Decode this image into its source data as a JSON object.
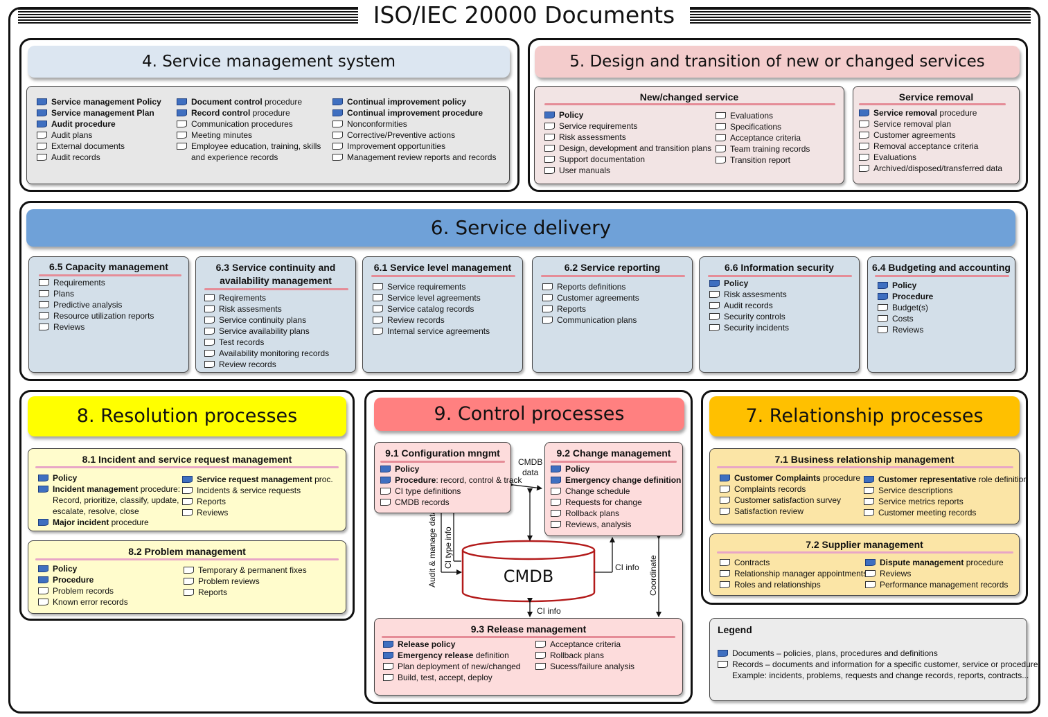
{
  "title": "ISO/IEC 20000 Documents",
  "sections": {
    "s4": {
      "title": "4. Service management system",
      "columns": [
        [
          {
            "b": "Service management Policy",
            "t": "",
            "doc": true
          },
          {
            "b": "Service management Plan",
            "t": "",
            "doc": true
          },
          {
            "b": "Audit procedure",
            "t": "",
            "doc": true
          },
          {
            "b": "",
            "t": "Audit plans",
            "doc": false
          },
          {
            "b": "",
            "t": "External documents",
            "doc": false
          },
          {
            "b": "",
            "t": "Audit records",
            "doc": false
          }
        ],
        [
          {
            "b": "Document control",
            "t": " procedure",
            "doc": true
          },
          {
            "b": "Record control",
            "t": " procedure",
            "doc": true
          },
          {
            "b": "",
            "t": "Communication procedures",
            "doc": false
          },
          {
            "b": "",
            "t": "Meeting minutes",
            "doc": false
          },
          {
            "b": "",
            "t": "Employee education, training, skills",
            "doc": false,
            "cont": "and experience records"
          }
        ],
        [
          {
            "b": "Continual improvement policy",
            "t": "",
            "doc": true
          },
          {
            "b": "Continual improvement procedure",
            "t": "",
            "doc": true
          },
          {
            "b": "",
            "t": "Nonconformities",
            "doc": false
          },
          {
            "b": "",
            "t": "Corrective/Preventive actions",
            "doc": false
          },
          {
            "b": "",
            "t": "Improvement opportunities",
            "doc": false
          },
          {
            "b": "",
            "t": "Management review reports and records",
            "doc": false
          }
        ]
      ]
    },
    "s5": {
      "title": "5. Design and transition of new or changed services",
      "new_title": "New/changed service",
      "new_col1": [
        {
          "b": "Policy",
          "t": "",
          "doc": true
        },
        {
          "b": "",
          "t": "Service requirements",
          "doc": false
        },
        {
          "b": "",
          "t": "Risk assessments",
          "doc": false
        },
        {
          "b": "",
          "t": "Design, development and transition plans",
          "doc": false
        },
        {
          "b": "",
          "t": "Support documentation",
          "doc": false
        },
        {
          "b": "",
          "t": "User manuals",
          "doc": false
        }
      ],
      "new_col2": [
        {
          "b": "",
          "t": "Evaluations",
          "doc": false
        },
        {
          "b": "",
          "t": "Specifications",
          "doc": false
        },
        {
          "b": "",
          "t": "Acceptance criteria",
          "doc": false
        },
        {
          "b": "",
          "t": "Team training records",
          "doc": false
        },
        {
          "b": "",
          "t": "Transition report",
          "doc": false
        }
      ],
      "removal_title": "Service removal",
      "removal": [
        {
          "b": "Service removal",
          "t": " procedure",
          "doc": true
        },
        {
          "b": "",
          "t": "Service removal plan",
          "doc": false
        },
        {
          "b": "",
          "t": "Customer agreements",
          "doc": false
        },
        {
          "b": "",
          "t": "Removal acceptance criteria",
          "doc": false
        },
        {
          "b": "",
          "t": "Evaluations",
          "doc": false
        },
        {
          "b": "",
          "t": "Archived/disposed/transferred data",
          "doc": false
        }
      ]
    },
    "s6": {
      "title": "6. Service delivery",
      "panels": [
        {
          "title": "6.5 Capacity management",
          "items": [
            {
              "b": "",
              "t": "Requirements",
              "doc": false
            },
            {
              "b": "",
              "t": "Plans",
              "doc": false
            },
            {
              "b": "",
              "t": "Predictive analysis",
              "doc": false
            },
            {
              "b": "",
              "t": "Resource utilization reports",
              "doc": false
            },
            {
              "b": "",
              "t": "Reviews",
              "doc": false
            }
          ]
        },
        {
          "title": "6.3 Service continuity and availability management",
          "items": [
            {
              "b": "",
              "t": "Reqirements",
              "doc": false
            },
            {
              "b": "",
              "t": "Risk assesments",
              "doc": false
            },
            {
              "b": "",
              "t": "Service continuity plans",
              "doc": false
            },
            {
              "b": "",
              "t": "Service availability plans",
              "doc": false
            },
            {
              "b": "",
              "t": "Test records",
              "doc": false
            },
            {
              "b": "",
              "t": "Availability monitoring records",
              "doc": false
            },
            {
              "b": "",
              "t": "Review records",
              "doc": false
            }
          ]
        },
        {
          "title": "6.1 Service level management",
          "items": [
            {
              "b": "",
              "t": "Service requirements",
              "doc": false
            },
            {
              "b": "",
              "t": "Service level agreements",
              "doc": false
            },
            {
              "b": "",
              "t": "Service catalog records",
              "doc": false
            },
            {
              "b": "",
              "t": "Review records",
              "doc": false
            },
            {
              "b": "",
              "t": "Internal service agreements",
              "doc": false
            }
          ]
        },
        {
          "title": "6.2 Service reporting",
          "items": [
            {
              "b": "",
              "t": "Reports definitions",
              "doc": false
            },
            {
              "b": "",
              "t": "Customer agreements",
              "doc": false
            },
            {
              "b": "",
              "t": "Reports",
              "doc": false
            },
            {
              "b": "",
              "t": "Communication plans",
              "doc": false
            }
          ]
        },
        {
          "title": "6.6 Information security",
          "items": [
            {
              "b": "Policy",
              "t": "",
              "doc": true
            },
            {
              "b": "",
              "t": "Risk assesments",
              "doc": false
            },
            {
              "b": "",
              "t": "Audit records",
              "doc": false
            },
            {
              "b": "",
              "t": "Security controls",
              "doc": false
            },
            {
              "b": "",
              "t": "Security incidents",
              "doc": false
            }
          ]
        },
        {
          "title": "6.4 Budgeting and accounting",
          "items": [
            {
              "b": "Policy",
              "t": "",
              "doc": true
            },
            {
              "b": "Procedure",
              "t": "",
              "doc": true
            },
            {
              "b": "",
              "t": "Budget(s)",
              "doc": false
            },
            {
              "b": "",
              "t": "Costs",
              "doc": false
            },
            {
              "b": "",
              "t": "Reviews",
              "doc": false
            }
          ]
        }
      ]
    },
    "s8": {
      "title": "8. Resolution processes",
      "p1_title": "8.1 Incident and service request management",
      "p1_col1": [
        {
          "b": "Policy",
          "t": "",
          "doc": true
        },
        {
          "b": "Incident management",
          "t": " procedure:",
          "doc": true,
          "cont": "Record, prioritize, classify, update,",
          "cont2": "escalate, resolve, close"
        },
        {
          "b": "Major incident",
          "t": " procedure",
          "doc": true
        }
      ],
      "p1_col2": [
        {
          "b": "Service request management",
          "t": " proc.",
          "doc": true
        },
        {
          "b": "",
          "t": "Incidents & service requests",
          "doc": false
        },
        {
          "b": "",
          "t": "Reports",
          "doc": false
        },
        {
          "b": "",
          "t": "Reviews",
          "doc": false
        }
      ],
      "p2_title": "8.2 Problem management",
      "p2_col1": [
        {
          "b": "Policy",
          "t": "",
          "doc": true
        },
        {
          "b": "Procedure",
          "t": "",
          "doc": true
        },
        {
          "b": "",
          "t": "Problem records",
          "doc": false
        },
        {
          "b": "",
          "t": "Known error records",
          "doc": false
        }
      ],
      "p2_col2": [
        {
          "b": "",
          "t": "Temporary & permanent fixes",
          "doc": false
        },
        {
          "b": "",
          "t": "Problem reviews",
          "doc": false
        },
        {
          "b": "",
          "t": "Reports",
          "doc": false
        }
      ]
    },
    "s9": {
      "title": "9. Control processes",
      "p1_title": "9.1 Configuration mngmt",
      "p1": [
        {
          "b": "Policy",
          "t": "",
          "doc": true
        },
        {
          "b": "Procedure",
          "t": ": record, control & track",
          "doc": true
        },
        {
          "b": "",
          "t": "CI type definitions",
          "doc": false
        },
        {
          "b": "",
          "t": "CMDB records",
          "doc": false
        }
      ],
      "p2_title": "9.2 Change management",
      "p2": [
        {
          "b": "Policy",
          "t": "",
          "doc": true
        },
        {
          "b": "Emergency change definition",
          "t": "",
          "doc": true
        },
        {
          "b": "",
          "t": "Change schedule",
          "doc": false
        },
        {
          "b": "",
          "t": "Requests for change",
          "doc": false
        },
        {
          "b": "",
          "t": "Rollback plans",
          "doc": false
        },
        {
          "b": "",
          "t": "Reviews, analysis",
          "doc": false
        }
      ],
      "p3_title": "9.3 Release management",
      "p3_col1": [
        {
          "b": "Release policy",
          "t": "",
          "doc": true
        },
        {
          "b": "Emergency release",
          "t": " definition",
          "doc": true
        },
        {
          "b": "",
          "t": "Plan deployment of new/changed",
          "doc": false
        },
        {
          "b": "",
          "t": "Build, test, accept, deploy",
          "doc": false
        }
      ],
      "p3_col2": [
        {
          "b": "",
          "t": "Acceptance criteria",
          "doc": false
        },
        {
          "b": "",
          "t": "Rollback plans",
          "doc": false
        },
        {
          "b": "",
          "t": "Sucess/failure analysis",
          "doc": false
        }
      ],
      "cmdb": "CMDB",
      "labels": {
        "cmdb_data": "CMDB\ndata",
        "audit_manage": "Audit & manage data",
        "ci_type_info": "CI type info",
        "ci_info_right": "CI info",
        "coordinate": "Coordinate",
        "ci_info_bottom": "CI info"
      }
    },
    "s7": {
      "title": "7. Relationship processes",
      "p1_title": "7.1 Business relationship management",
      "p1_col1": [
        {
          "b": "Customer Complaints",
          "t": " procedure",
          "doc": true
        },
        {
          "b": "",
          "t": "Complaints records",
          "doc": false
        },
        {
          "b": "",
          "t": "Customer satisfaction survey",
          "doc": false
        },
        {
          "b": "",
          "t": "Satisfaction review",
          "doc": false
        }
      ],
      "p1_col2": [
        {
          "b": "Customer representative",
          "t": " role definition",
          "doc": true
        },
        {
          "b": "",
          "t": "Service descriptions",
          "doc": false
        },
        {
          "b": "",
          "t": "Service metrics reports",
          "doc": false
        },
        {
          "b": "",
          "t": "Customer meeting records",
          "doc": false
        }
      ],
      "p2_title": "7.2 Supplier management",
      "p2_col1": [
        {
          "b": "",
          "t": "Contracts",
          "doc": false
        },
        {
          "b": "",
          "t": "Relationship manager appointments",
          "doc": false
        },
        {
          "b": "",
          "t": "Roles and relationships",
          "doc": false
        }
      ],
      "p2_col2": [
        {
          "b": "Dispute management",
          "t": " procedure",
          "doc": true
        },
        {
          "b": "",
          "t": "Reviews",
          "doc": false
        },
        {
          "b": "",
          "t": "Performance management records",
          "doc": false
        }
      ]
    },
    "legend": {
      "title": "Legend",
      "items": [
        {
          "b": "",
          "t": "Documents – policies, plans, procedures and definitions",
          "doc": true
        },
        {
          "b": "",
          "t": "Records – documents and information for a specific customer, service or procedure,",
          "doc": false,
          "cont": "Example: incidents, problems, requests and change records, reports, contracts..."
        }
      ]
    }
  },
  "colors": {
    "s4_banner": "#dce6f1",
    "s4_panel": "#e7e7e7",
    "s5_banner": "#f4cccc",
    "s5_panel": "#f2e4e4",
    "s6_banner": "#6fa1d8",
    "s6_panel": "#d3dfe9",
    "s8_banner": "#ffff00",
    "s8_panel": "#fffccc",
    "s9_banner": "#ff8080",
    "s9_panel": "#fddcdc",
    "s7_banner": "#ffc000",
    "s7_panel": "#fbe5a6",
    "legend_panel": "#ececec",
    "underline": "#e58c97",
    "doc_icon": "#3f6fc0"
  }
}
